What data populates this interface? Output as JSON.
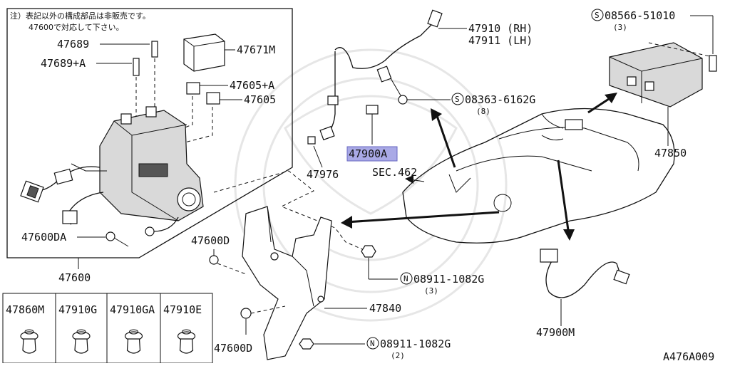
{
  "note": {
    "line1": "注）表記以外の構成部品は非販売です。",
    "line2": "47600で対応して下さい。"
  },
  "labels": {
    "p47689": "47689",
    "p47689a": "47689+A",
    "p47671m": "47671M",
    "p47605a": "47605+A",
    "p47605": "47605",
    "p47600da": "47600DA",
    "p47600": "47600",
    "p47910": "47910 (RH)",
    "p47911": "47911 (LH)",
    "s08363": "08363-6162G",
    "s08363_qty": "(8)",
    "p47900a": "47900A",
    "p47976": "47976",
    "sec462": "SEC.462",
    "s08566": "08566-51010",
    "s08566_qty": "(3)",
    "p47850": "47850",
    "p47600d_top": "47600D",
    "n08911_top": "08911-1082G",
    "n08911_top_qty": "(3)",
    "p47840": "47840",
    "p47600d_bot": "47600D",
    "n08911_bot": "08911-1082G",
    "n08911_bot_qty": "(2)",
    "p47900m": "47900M",
    "code": "A476A009",
    "s_mark": "S",
    "n_mark": "N"
  },
  "fasteners": [
    {
      "label": "47860M"
    },
    {
      "label": "47910G"
    },
    {
      "label": "47910GA"
    },
    {
      "label": "47910E"
    }
  ],
  "colors": {
    "line": "#111111",
    "highlight": "#a9a9e6",
    "watermark": "#e6e6e6"
  }
}
